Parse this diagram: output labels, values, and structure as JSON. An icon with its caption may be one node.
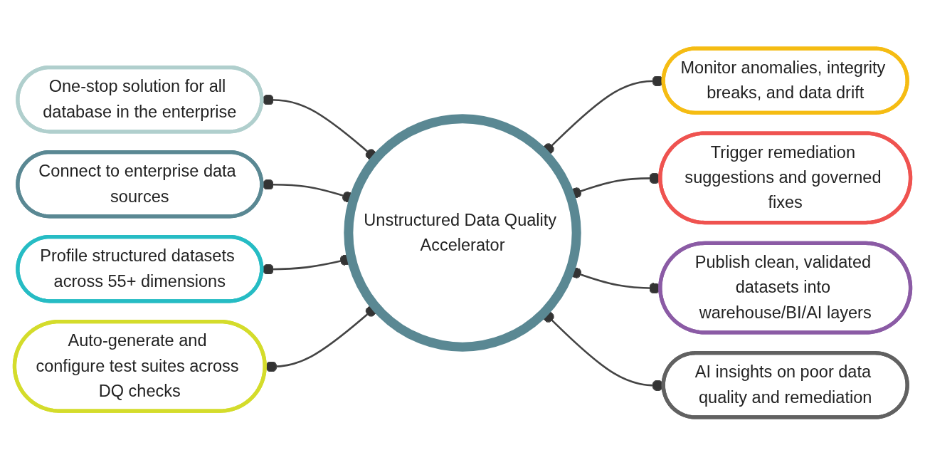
{
  "diagram": {
    "nodes": [
      {
        "text": [
          "Unstructured Data Quality Accelerator"
        ]
      },
      {
        "text": [
          "One-stop solution for all database in the enterprise"
        ]
      },
      {
        "text": [
          "Connect to enterprise data sources"
        ]
      },
      {
        "text": [
          "Profile structured datasets across 55+ dimensions"
        ]
      },
      {
        "text": [
          "Auto-generate and configure test suites across DQ checks"
        ]
      },
      {
        "text": [
          "Monitor anomalies, integrity breaks, and data drift"
        ]
      },
      {
        "text": [
          "Trigger remediation suggestions and governed fixes"
        ]
      },
      {
        "text": [
          "Publish clean, validated datasets into warehouse/BI/AI layers"
        ]
      },
      {
        "text": [
          "AI insights on poor data quality and remediation"
        ]
      }
    ],
    "edges": [
      {
        "from": 1,
        "to": 0,
        "arrow": "other"
      },
      {
        "from": 2,
        "to": 0,
        "arrow": "other"
      },
      {
        "from": 3,
        "to": 0,
        "arrow": "other"
      },
      {
        "from": 4,
        "to": 0,
        "arrow": "other"
      },
      {
        "from": 5,
        "to": 0,
        "arrow": "other"
      },
      {
        "from": 6,
        "to": 0,
        "arrow": "other"
      },
      {
        "from": 7,
        "to": 0,
        "arrow": "other"
      },
      {
        "from": 8,
        "to": 0,
        "arrow": "other"
      }
    ]
  }
}
